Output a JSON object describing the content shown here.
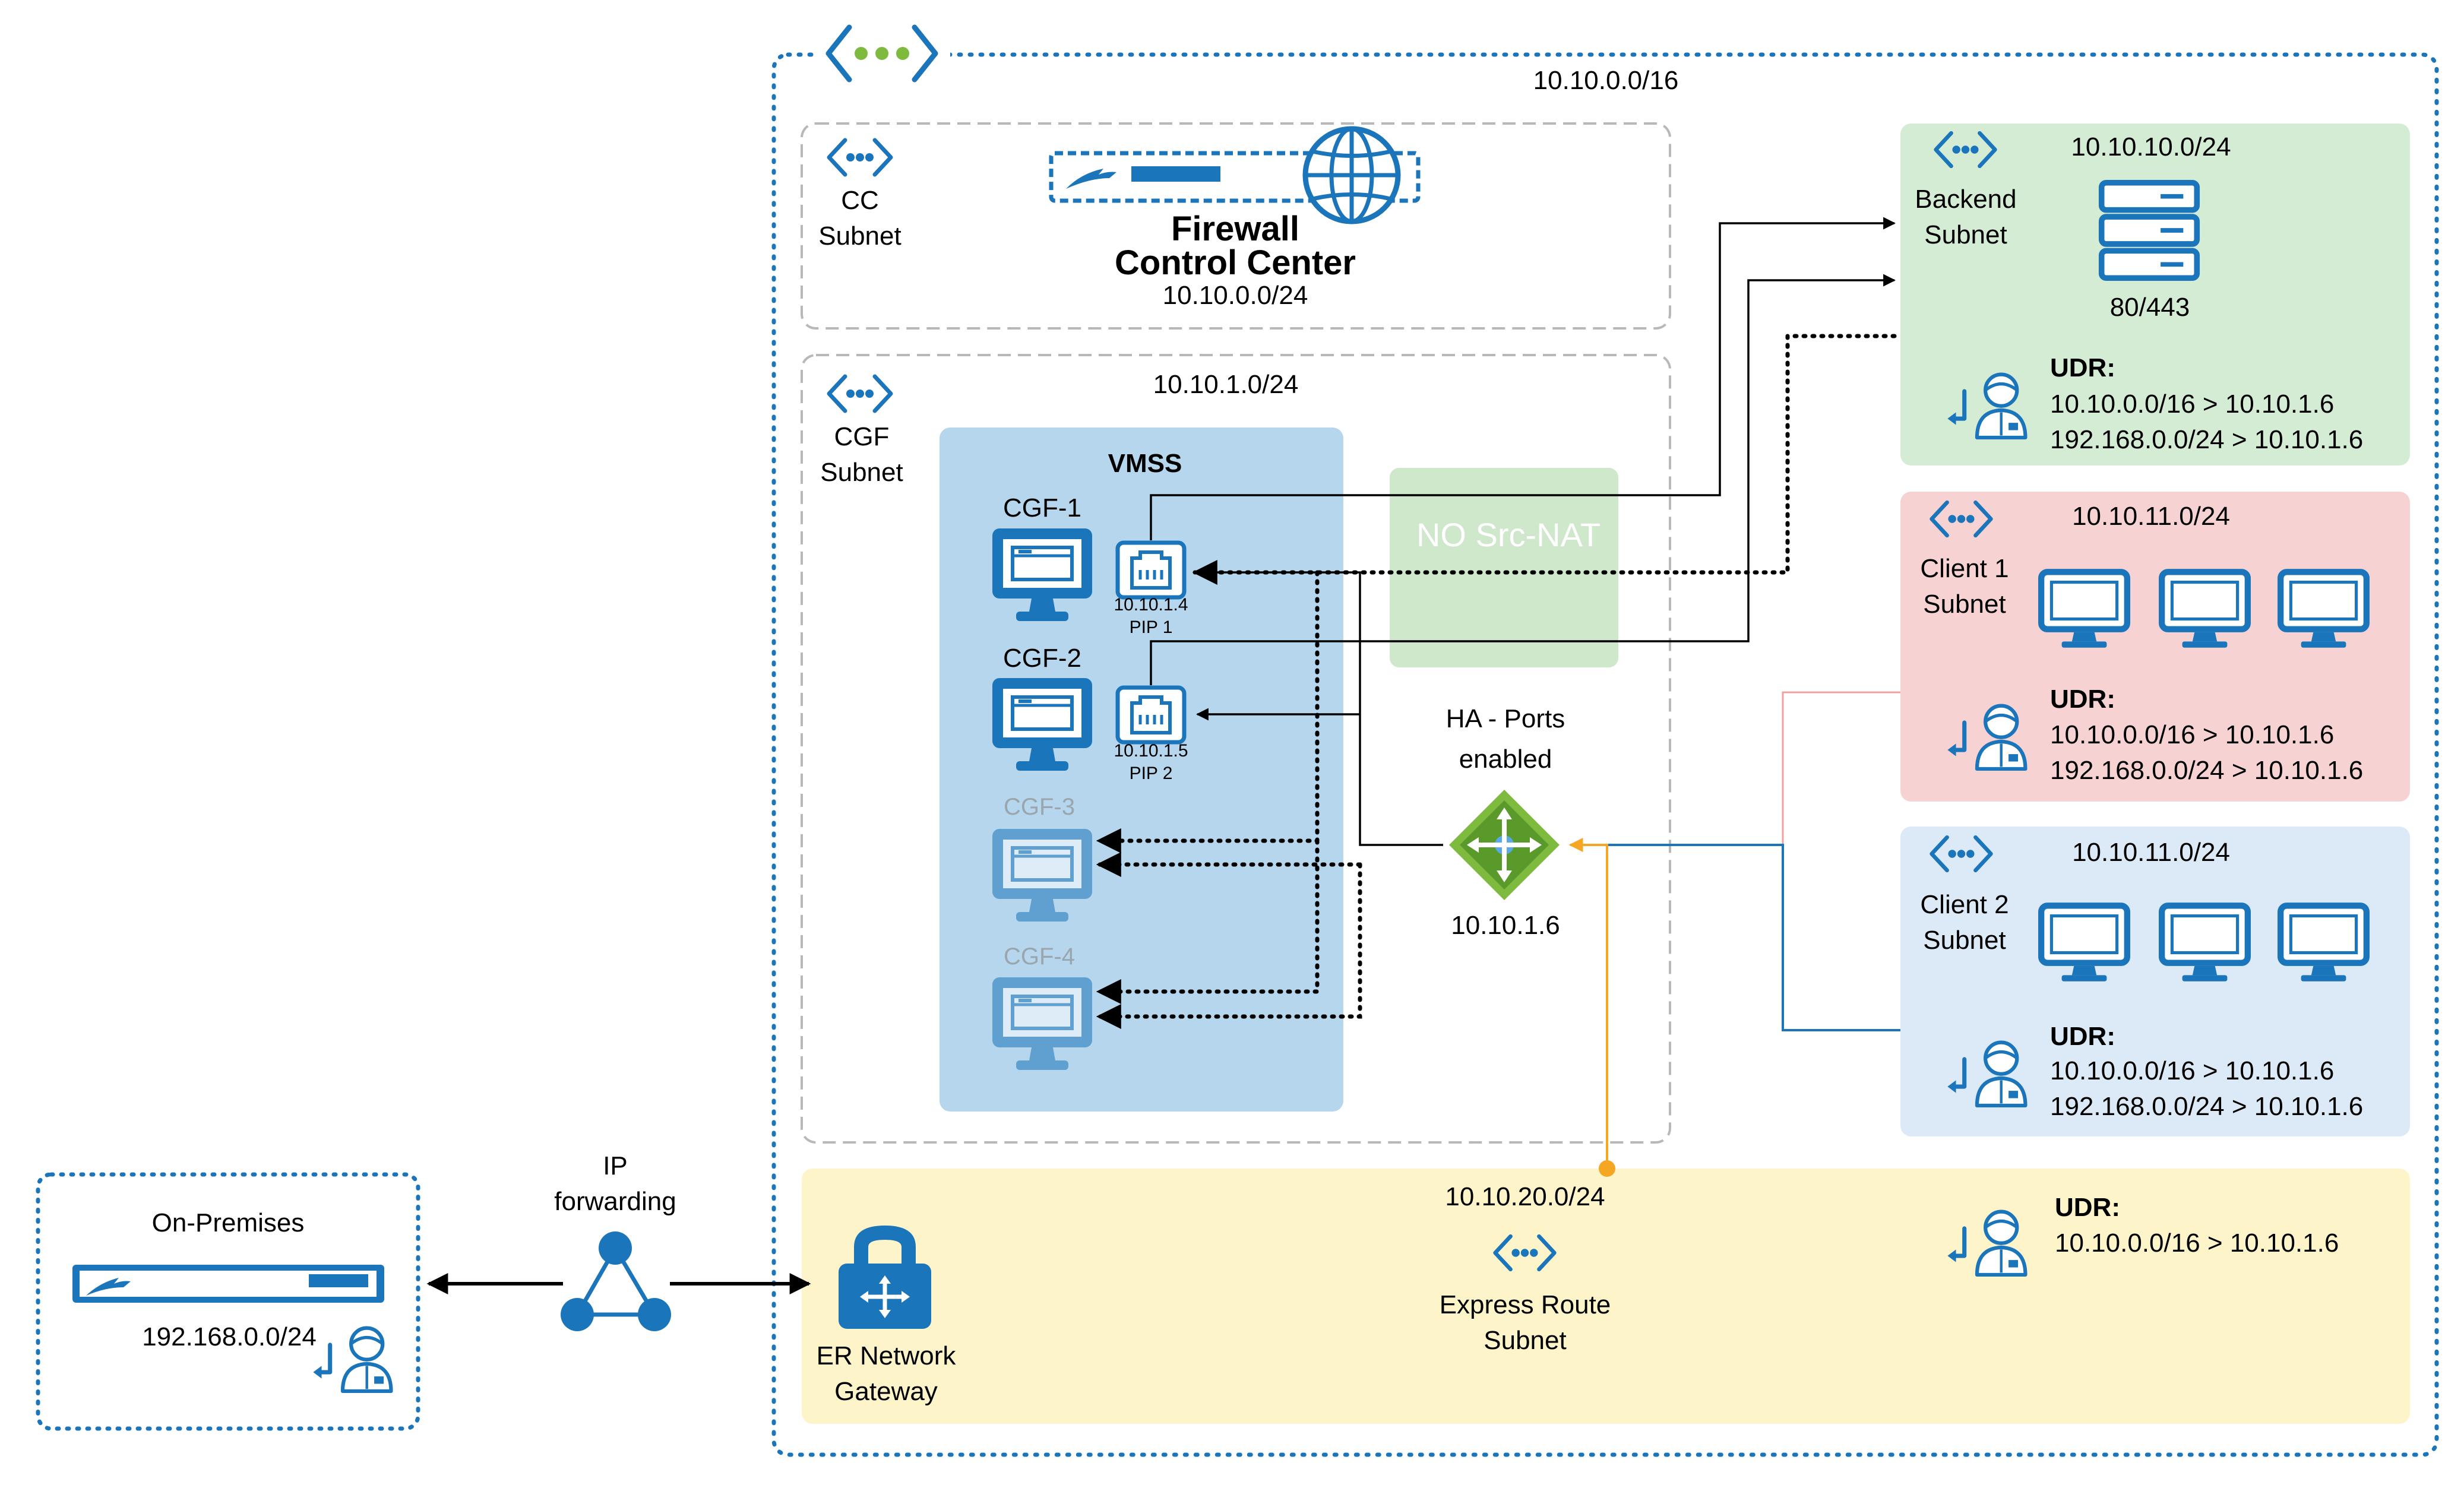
{
  "vnet": {
    "cidr": "10.10.0.0/16"
  },
  "cc_subnet": {
    "label_line1": "CC",
    "label_line2": "Subnet",
    "title_line1": "Firewall",
    "title_line2": "Control Center",
    "cidr": "10.10.0.0/24"
  },
  "cgf_subnet": {
    "label_line1": "CGF",
    "label_line2": "Subnet",
    "cidr": "10.10.1.0/24",
    "vmss_label": "VMSS",
    "vms": [
      {
        "name": "CGF-1",
        "ip": "10.10.1.4",
        "pip": "PIP 1"
      },
      {
        "name": "CGF-2",
        "ip": "10.10.1.5",
        "pip": "PIP 2"
      },
      {
        "name": "CGF-3"
      },
      {
        "name": "CGF-4"
      }
    ],
    "no_nat_label": "NO Src-NAT",
    "ha_line1": "HA - Ports",
    "ha_line2": "enabled",
    "lb_ip": "10.10.1.6"
  },
  "backend_subnet": {
    "label_line1": "Backend",
    "label_line2": "Subnet",
    "cidr": "10.10.10.0/24",
    "ports": "80/443",
    "udr_title": "UDR:",
    "udr_line1": "10.10.0.0/16 > 10.10.1.6",
    "udr_line2": "192.168.0.0/24 > 10.10.1.6"
  },
  "client1_subnet": {
    "label_line1": "Client 1",
    "label_line2": "Subnet",
    "cidr": "10.10.11.0/24",
    "udr_title": "UDR:",
    "udr_line1": "10.10.0.0/16 > 10.10.1.6",
    "udr_line2": "192.168.0.0/24 > 10.10.1.6"
  },
  "client2_subnet": {
    "label_line1": "Client 2",
    "label_line2": "Subnet",
    "cidr": "10.10.11.0/24",
    "udr_title": "UDR:",
    "udr_line1": "10.10.0.0/16 > 10.10.1.6",
    "udr_line2": "192.168.0.0/24 > 10.10.1.6"
  },
  "er_subnet": {
    "cidr": "10.10.20.0/24",
    "label_line1": "Express Route",
    "label_line2": "Subnet",
    "gateway_line1": "ER Network",
    "gateway_line2": "Gateway",
    "udr_title": "UDR:",
    "udr_line1": "10.10.0.0/16 > 10.10.1.6"
  },
  "onprem": {
    "title": "On-Premises",
    "cidr": "192.168.0.0/24"
  },
  "ip_forwarding": {
    "line1": "IP",
    "line2": "forwarding"
  },
  "colors": {
    "azure_blue": "#1b75bb",
    "backend_fill": "#d5ecd4",
    "client1_fill": "#f7d2d2",
    "client2_fill": "#dce9f6",
    "er_fill": "#fdf5c9",
    "vmss_fill": "#b5d6ec",
    "nat_fill": "#cfe7cb",
    "orange": "#f5a623",
    "green_dots": "#7dba3e"
  }
}
